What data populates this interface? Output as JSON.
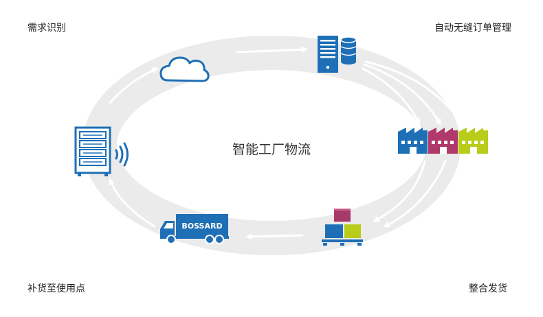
{
  "title": "智能工厂物流",
  "labels": {
    "top_left": "需求识别",
    "top_right": "自动无缝订单管理",
    "bottom_left": "补货至使用点",
    "bottom_right": "整合发货"
  },
  "truck_text": "BOSSARD",
  "colors": {
    "ring": "#ebebeb",
    "arrow": "#ffffff",
    "brand_blue": "#1e6fb5",
    "magenta": "#b0386b",
    "lime": "#b8cc19",
    "box_purple": "#a8396b"
  },
  "icons": {
    "cloud": "cloud-icon",
    "server": "server-database-icon",
    "factory": "factory-icon",
    "pallet": "pallet-boxes-icon",
    "truck": "delivery-truck-icon",
    "vending": "smart-bin-icon",
    "signal": "wireless-signal-icon"
  }
}
